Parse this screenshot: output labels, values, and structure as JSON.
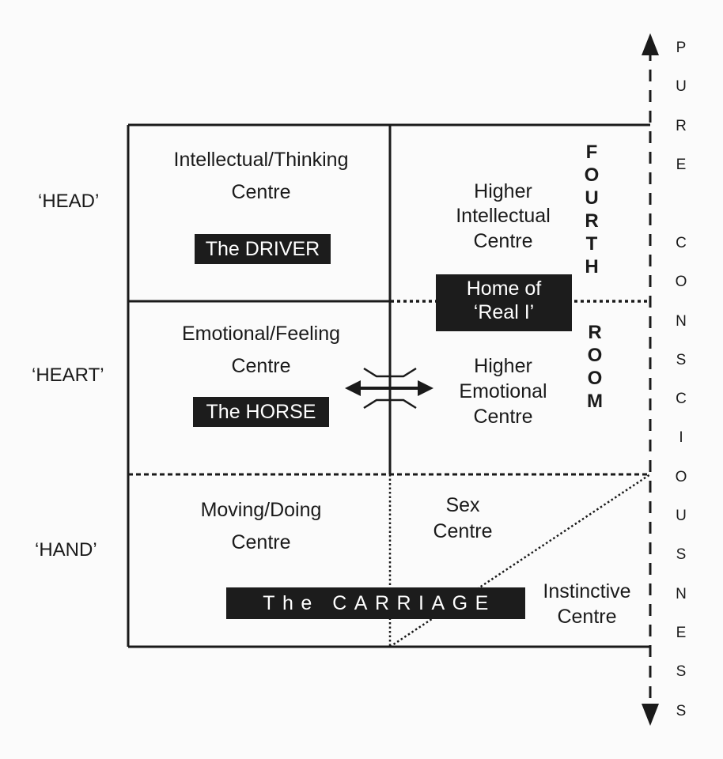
{
  "rows": {
    "head": "‘HEAD’",
    "heart": "‘HEART’",
    "hand": "‘HAND’"
  },
  "cells": {
    "intellectual_1": "Intellectual/Thinking",
    "intellectual_2": "Centre",
    "driver": "The DRIVER",
    "higher_intellectual_1": "Higher",
    "higher_intellectual_2": "Intellectual",
    "higher_intellectual_3": "Centre",
    "fourth": "F\nO\nU\nR\nT\nH",
    "room": "R\nO\nO\nM",
    "home_1": "Home of",
    "home_2": "‘Real I’",
    "emotional_1": "Emotional/Feeling",
    "emotional_2": "Centre",
    "horse": "The HORSE",
    "higher_emotional_1": "Higher",
    "higher_emotional_2": "Emotional",
    "higher_emotional_3": "Centre",
    "moving_1": "Moving/Doing",
    "moving_2": "Centre",
    "sex_1": "Sex",
    "sex_2": "Centre",
    "carriage": "The CARRIAGE",
    "instinctive_1": "Instinctive",
    "instinctive_2": "Centre"
  },
  "axis": {
    "pure": "P\nU\nR\nE",
    "consciousness": "C\nO\nN\nS\nC\nI\nO\nU\nS\nN\nE\nS\nS"
  }
}
